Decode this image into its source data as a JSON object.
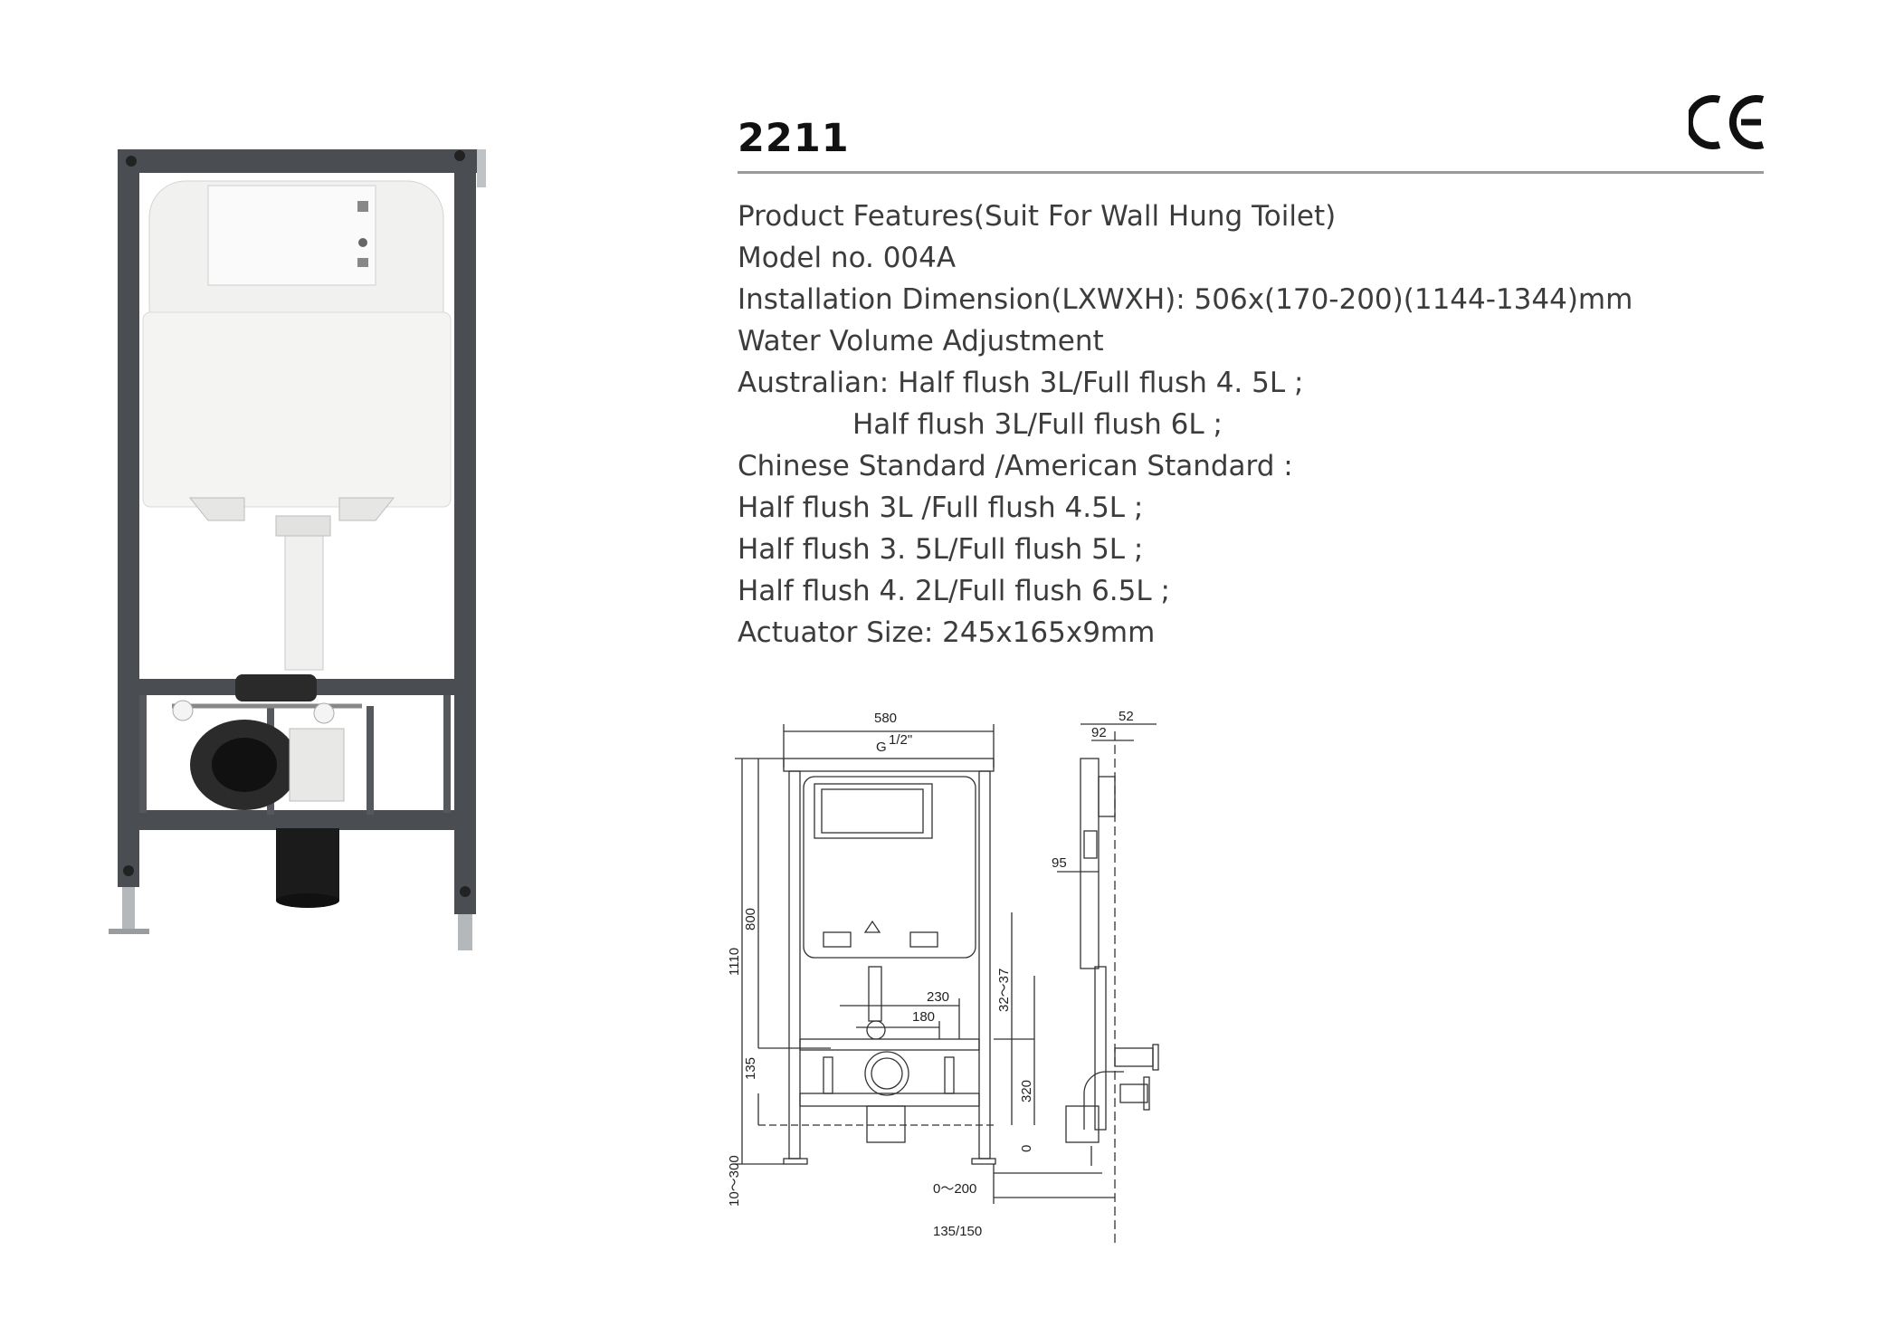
{
  "product": {
    "model_title": "2211",
    "cert_mark": "CE"
  },
  "features": [
    "Product Features(Suit For Wall Hung Toilet)",
    "Model no. 004A",
    "Installation Dimension(LXWXH): 506x(170-200)(1144-1344)mm",
    "Water Volume Adjustment",
    "Australian: Half flush 3L/Full flush 4. 5L ;",
    "Half flush 3L/Full flush 6L ;",
    "Chinese Standard /American Standard :",
    "Half flush 3L /Full flush 4.5L ;",
    "Half flush 3. 5L/Full flush 5L ;",
    "Half flush 4. 2L/Full flush 6.5L ;",
    "Actuator Size: 245x165x9mm"
  ],
  "drawing": {
    "dim_width": "580",
    "dim_side_depth": "52",
    "dim_side_92": "92",
    "dim_side_95": "95",
    "inlet_label": "G",
    "inlet_fraction": "1/2\"",
    "dim_height": "1110",
    "dim_800": "800",
    "dim_230": "230",
    "dim_180": "180",
    "dim_32_37": "32～37",
    "dim_135": "135",
    "dim_320": "320",
    "dim_0": "0",
    "dim_leg": "10～300",
    "dim_0_200": "0～200",
    "dim_135_150": "135/150"
  },
  "colors": {
    "frame": "#4a4d52",
    "cistern": "#f1f2f0",
    "rule": "#9a9a9a"
  }
}
